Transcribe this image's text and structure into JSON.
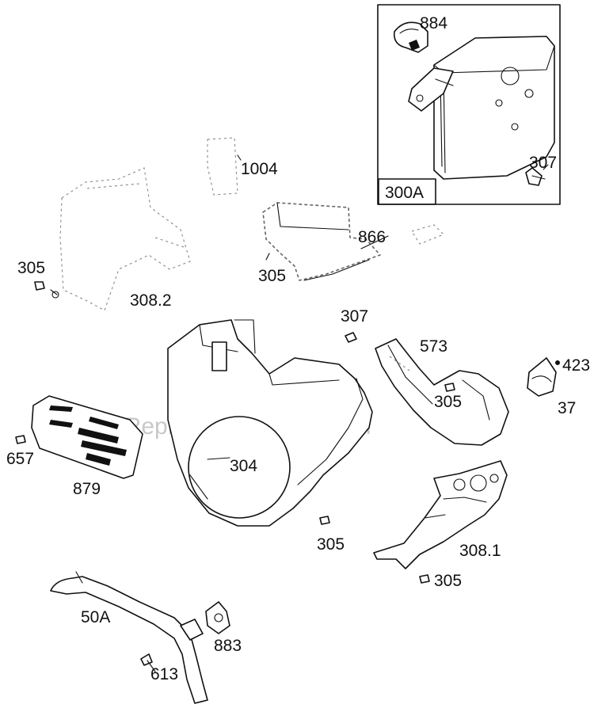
{
  "watermark": "eReplacementParts.com",
  "labels": {
    "l884": "884",
    "l307a": "307",
    "l300A": "300A",
    "l1004": "1004",
    "l866": "866",
    "l305a": "305",
    "l305b": "305",
    "l3082": "308.2",
    "l307b": "307",
    "l573": "573",
    "l423": "423",
    "l37": "37",
    "l305c": "305",
    "l657": "657",
    "l879": "879",
    "l304": "304",
    "l305d": "305",
    "l3081": "308.1",
    "l305e": "305",
    "l50A": "50A",
    "l883": "883",
    "l613": "613"
  }
}
